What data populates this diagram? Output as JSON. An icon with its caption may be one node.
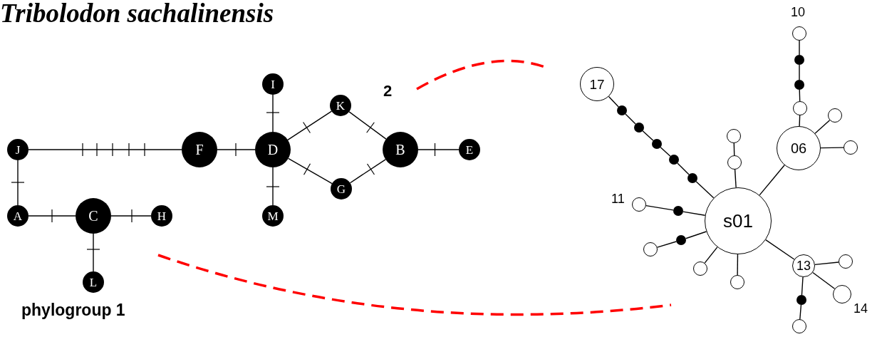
{
  "diagram": {
    "title": "Tribolodon sachalinensis",
    "nodes": [
      {
        "text": [
          "J"
        ]
      },
      {
        "text": [
          "F"
        ]
      },
      {
        "text": [
          "D"
        ]
      },
      {
        "text": [
          "I"
        ]
      },
      {
        "text": [
          "K"
        ]
      },
      {
        "text": [
          "B"
        ]
      },
      {
        "text": [
          "E"
        ]
      },
      {
        "text": [
          "G"
        ]
      },
      {
        "text": [
          "M"
        ]
      },
      {
        "text": [
          "A"
        ]
      },
      {
        "text": [
          "C"
        ]
      },
      {
        "text": [
          "H"
        ]
      },
      {
        "text": [
          "L"
        ]
      },
      {
        "text": [],
        "shape": "circle",
        "beside": [
          "10"
        ]
      },
      {
        "text": [],
        "shape": "dot"
      },
      {
        "text": [],
        "shape": "dot"
      },
      {
        "text": [],
        "shape": "circle"
      },
      {
        "text": [
          "17"
        ]
      },
      {
        "text": [
          "06"
        ]
      },
      {
        "text": [],
        "shape": "circle"
      },
      {
        "text": [],
        "shape": "circle"
      },
      {
        "text": [],
        "shape": "dot"
      },
      {
        "text": [],
        "shape": "dot"
      },
      {
        "text": [],
        "shape": "dot"
      },
      {
        "text": [],
        "shape": "dot"
      },
      {
        "text": [],
        "shape": "dot"
      },
      {
        "text": [],
        "shape": "circle"
      },
      {
        "text": [],
        "shape": "circle"
      },
      {
        "text": [],
        "shape": "circle",
        "beside": [
          "11"
        ]
      },
      {
        "text": [],
        "shape": "dot"
      },
      {
        "text": [
          "s01"
        ]
      },
      {
        "text": [],
        "shape": "dot"
      },
      {
        "text": [],
        "shape": "circle"
      },
      {
        "text": [
          "13"
        ]
      },
      {
        "text": [],
        "shape": "circle"
      },
      {
        "text": [],
        "shape": "circle"
      },
      {
        "text": [],
        "shape": "circle"
      },
      {
        "text": [],
        "shape": "circle",
        "beside": [
          "14"
        ]
      },
      {
        "text": [],
        "shape": "dot"
      },
      {
        "text": [],
        "shape": "circle"
      }
    ],
    "edges": [
      {
        "from": 0,
        "to": 1,
        "arrow": "none"
      },
      {
        "from": 1,
        "to": 2,
        "arrow": "none"
      },
      {
        "from": 2,
        "to": 3,
        "arrow": "none"
      },
      {
        "from": 2,
        "to": 4,
        "arrow": "none"
      },
      {
        "from": 4,
        "to": 5,
        "arrow": "none"
      },
      {
        "from": 2,
        "to": 7,
        "arrow": "none"
      },
      {
        "from": 7,
        "to": 5,
        "arrow": "none"
      },
      {
        "from": 5,
        "to": 6,
        "arrow": "none"
      },
      {
        "from": 2,
        "to": 8,
        "arrow": "none"
      },
      {
        "from": 0,
        "to": 9,
        "arrow": "none"
      },
      {
        "from": 9,
        "to": 10,
        "arrow": "none"
      },
      {
        "from": 10,
        "to": 11,
        "arrow": "none"
      },
      {
        "from": 10,
        "to": 12,
        "arrow": "none"
      },
      {
        "from": 13,
        "to": 14,
        "arrow": "none"
      },
      {
        "from": 14,
        "to": 15,
        "arrow": "none"
      },
      {
        "from": 15,
        "to": 16,
        "arrow": "none"
      },
      {
        "from": 16,
        "to": 18,
        "arrow": "none"
      },
      {
        "from": 18,
        "to": 19,
        "arrow": "none"
      },
      {
        "from": 18,
        "to": 20,
        "arrow": "none"
      },
      {
        "from": 18,
        "to": 30,
        "arrow": "none"
      },
      {
        "from": 17,
        "to": 21,
        "arrow": "none"
      },
      {
        "from": 21,
        "to": 22,
        "arrow": "none"
      },
      {
        "from": 22,
        "to": 23,
        "arrow": "none"
      },
      {
        "from": 23,
        "to": 24,
        "arrow": "none"
      },
      {
        "from": 24,
        "to": 25,
        "arrow": "none"
      },
      {
        "from": 25,
        "to": 30,
        "arrow": "none"
      },
      {
        "from": 26,
        "to": 27,
        "arrow": "none"
      },
      {
        "from": 27,
        "to": 30,
        "arrow": "none"
      },
      {
        "from": 28,
        "to": 29,
        "arrow": "none"
      },
      {
        "from": 29,
        "to": 30,
        "arrow": "none"
      },
      {
        "from": 30,
        "to": 31,
        "arrow": "none"
      },
      {
        "from": 31,
        "to": 32,
        "arrow": "none"
      },
      {
        "from": 30,
        "to": 35,
        "arrow": "none"
      },
      {
        "from": 30,
        "to": 36,
        "arrow": "none"
      },
      {
        "from": 30,
        "to": 33,
        "arrow": "none"
      },
      {
        "from": 33,
        "to": 34,
        "arrow": "none"
      },
      {
        "from": 33,
        "to": 37,
        "arrow": "none"
      },
      {
        "from": 33,
        "to": 38,
        "arrow": "none"
      },
      {
        "from": 38,
        "to": 39,
        "arrow": "none"
      }
    ],
    "labels": [
      "2",
      "phylogroup 1"
    ]
  }
}
